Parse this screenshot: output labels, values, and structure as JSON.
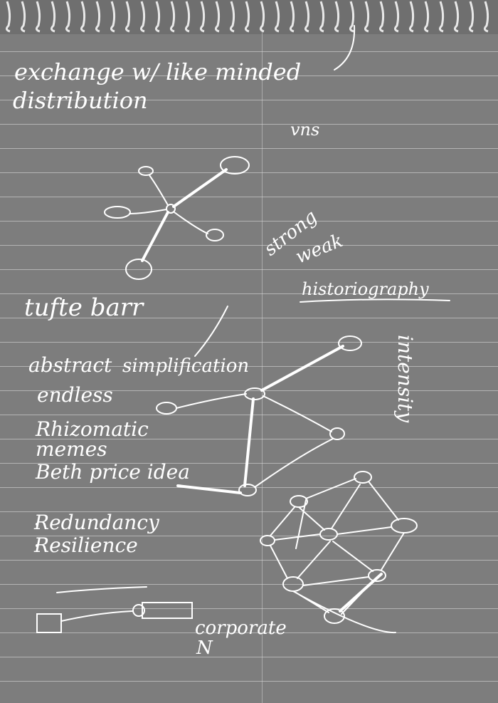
{
  "page": {
    "background": "#7d7d7d",
    "ink_color": "#ffffff"
  },
  "notes": {
    "line1": "exchange w/ like minded",
    "line2": "distribution",
    "vns": "vns",
    "strong": "strong",
    "weak": "weak",
    "historiography": "historiography",
    "tufte_barr": "tufte barr",
    "abstract": "abstract",
    "simplification": "simplification",
    "endless": "endless",
    "rhizomatic": "Rhizomatic",
    "memes": "memes",
    "beth_price": "Beth price idea",
    "intensity": "intensity",
    "redundancy": "Redundancy",
    "resilience": "Resilience",
    "corporate": "corporate",
    "n_label": "N"
  }
}
